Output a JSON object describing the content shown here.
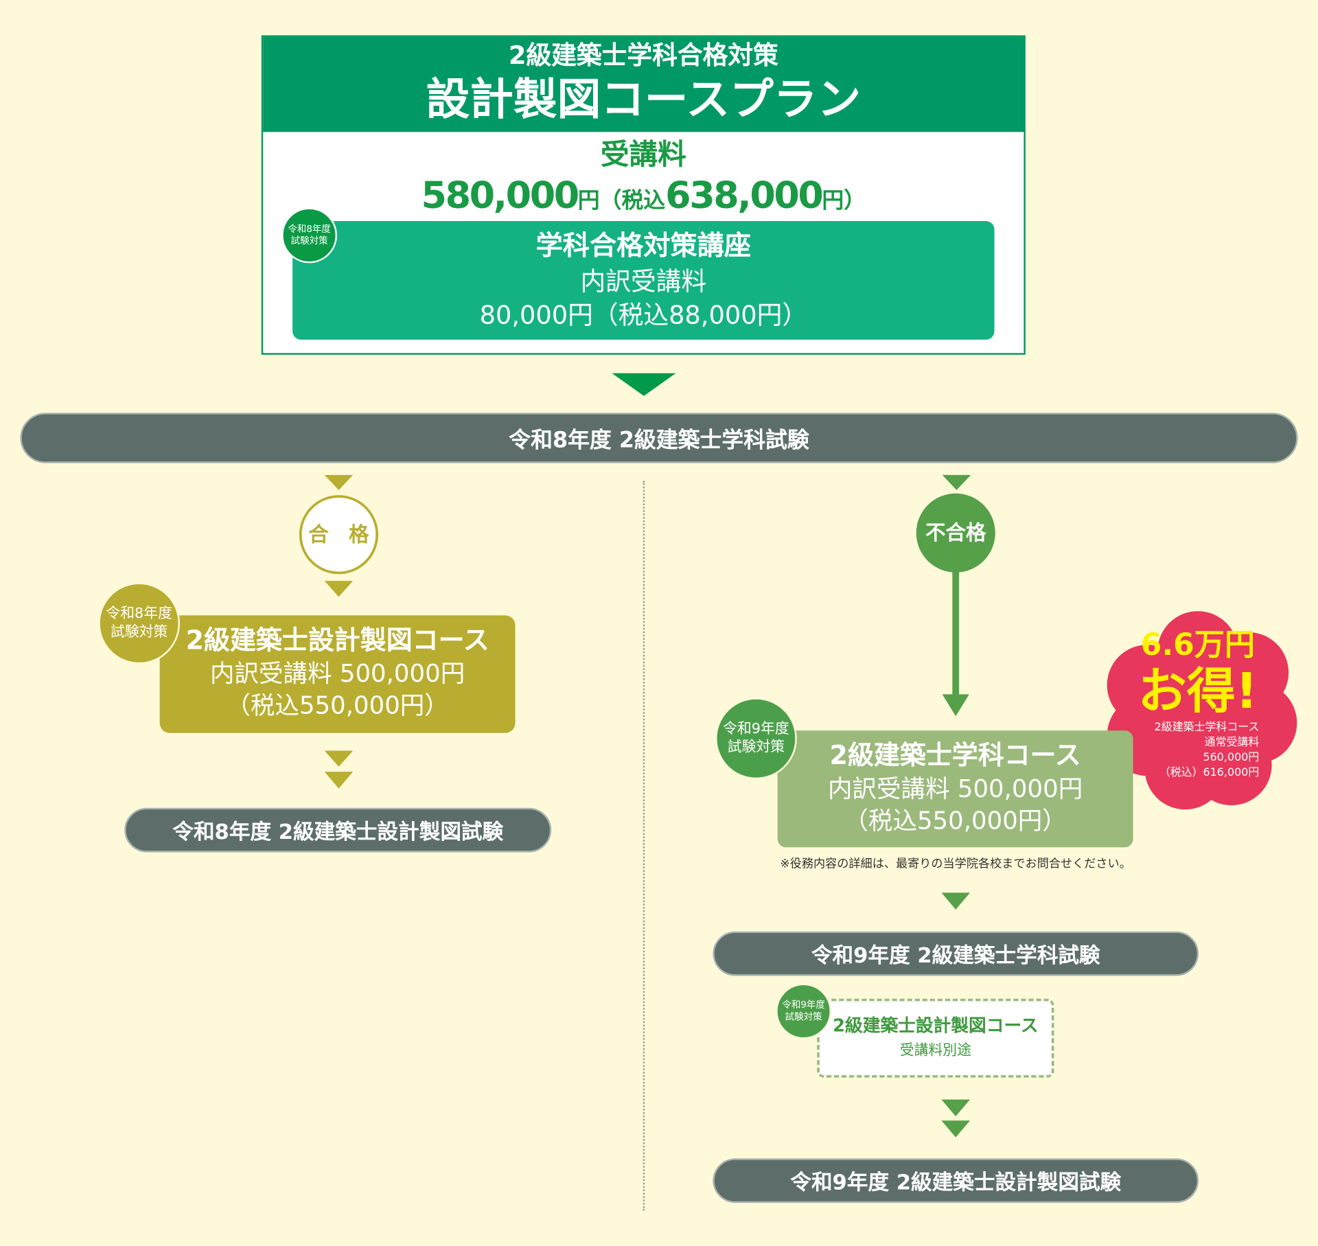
{
  "plan": {
    "subtitle": "2級建築士学科合格対策",
    "title": "設計製図コースプラン",
    "fee_label": "受講料",
    "price": "580,000",
    "yen": "円",
    "tax_open": "（税込",
    "price_tax": "638,000",
    "tax_close": "円）",
    "badge": [
      "令和8年度",
      "試験対策"
    ],
    "inner": {
      "title": "学科合格対策講座",
      "fee_label": "内訳受講料",
      "price": "80,000円（税込88,000円）"
    }
  },
  "exam_r8_gakka": "令和8年度 2級建築士学科試験",
  "left": {
    "result": "合　格",
    "badge": [
      "令和8年度",
      "試験対策"
    ],
    "course": {
      "title": "2級建築士設計製図コース",
      "fee": "内訳受講料 500,000円",
      "tax": "（税込550,000円）"
    },
    "exam": "令和8年度 2級建築士設計製図試験"
  },
  "right": {
    "result": "不合格",
    "badge": [
      "令和9年度",
      "試験対策"
    ],
    "course": {
      "title": "2級建築士学科コース",
      "fee": "内訳受講料 500,000円",
      "tax": "（税込550,000円）"
    },
    "note": "※役務内容の詳細は、最寄りの当学院各校までお問合せください。",
    "exam1": "令和9年度 2級建築士学科試験",
    "badge2": [
      "令和9年度",
      "試験対策"
    ],
    "course2": {
      "title": "2級建築士設計製図コース",
      "fee": "受講料別途"
    },
    "exam2": "令和9年度 2級建築士設計製図試験"
  },
  "promo": {
    "amount": "6.6万円",
    "headline": "お得!",
    "lines": [
      "2級建築士学科コース",
      "通常受講料",
      "560,000円",
      "（税込）616,000円"
    ]
  },
  "colors": {
    "green": "#009966",
    "olive": "#b8ad30",
    "leaf": "#56a04a",
    "red": "#e8375c",
    "yellow": "#fff100"
  }
}
